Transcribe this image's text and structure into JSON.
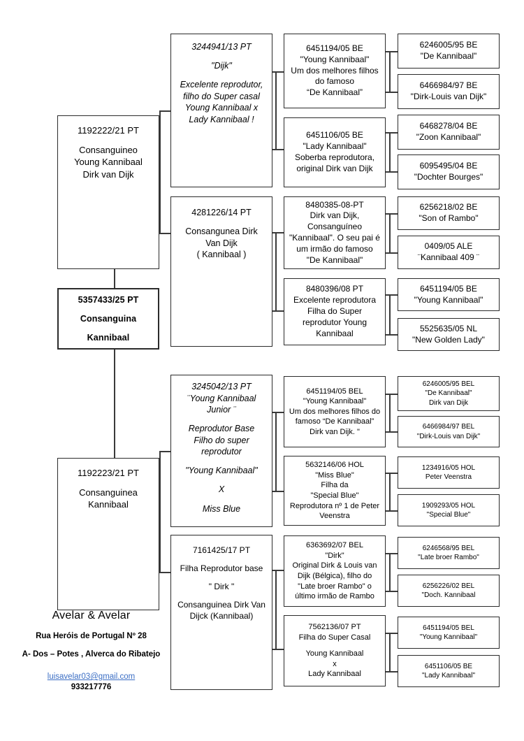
{
  "document": {
    "type": "pigeon-pedigree-chart",
    "title": "Pedigree chart"
  },
  "subject": {
    "ring": "5357433/25 PT",
    "line1": "Consanguina",
    "line2": "Kannibaal"
  },
  "parents": [
    {
      "ring": "1192222/21 PT",
      "line1": "Consanguineo",
      "line2": "Young Kannibaal",
      "line3": "Dirk van Dijk"
    },
    {
      "ring": "1192223/21 PT",
      "line1": "Consanguinea",
      "line2": "Kannibaal"
    }
  ],
  "grandparents": [
    {
      "ring": "3244941/13 PT",
      "name": "\"Dijk\"",
      "desc": "Excelente reprodutor, filho do Super casal Young Kannibaal x Lady Kannibaal !"
    },
    {
      "ring": "4281226/14 PT",
      "line1": "Consangunea Dirk",
      "line2": "Van Dijk",
      "line3": "( Kannibaal )"
    },
    {
      "ring": "3245042/13 PT",
      "name1": "¨Young Kannibaal",
      "name2": "Junior ¨",
      "desc1": "Reprodutor Base",
      "desc2": "Filho do super",
      "desc3": "reprodutor",
      "desc4": "\"Young Kannibaal\"",
      "desc5": "X",
      "desc6": "Miss Blue"
    },
    {
      "ring": "7161425/17 PT",
      "line1": "Filha Reprodutor base",
      "line2": "\" Dirk \"",
      "line3": "Consanguinea Dirk Van",
      "line4": "Dijck (Kannibaal)"
    }
  ],
  "great_grandparents": [
    {
      "ring": "6451194/05 BE",
      "name": "\"Young Kannibaal\"",
      "d1": "Um dos melhores filhos",
      "d2": "do famoso",
      "d3": "“De Kannibaal”"
    },
    {
      "ring": "6451106/05 BE",
      "name": "\"Lady Kannibaal\"",
      "d1": "Soberba reprodutora,",
      "d2": "original Dirk van Dijk"
    },
    {
      "ring": "8480385-08-PT",
      "d1": "Dirk van Dijk,",
      "d2": "Consanguíneo",
      "d3": "\"Kannibaal\". O seu pai é",
      "d4": "um irmão do famoso",
      "d5": "\"De Kannibaal\""
    },
    {
      "ring": "8480396/08 PT",
      "d1": "Excelente reprodutora",
      "d2": "Filha do Super",
      "d3": "reprodutor Young",
      "d4": "Kannibaal"
    },
    {
      "ring": "6451194/05 BEL",
      "name": "\"Young Kannibaal\"",
      "d1": "Um dos melhores filhos do",
      "d2": "famoso “De Kannibaal”",
      "d3": "Dirk van Dijk. \""
    },
    {
      "ring": "5632146/06 HOL",
      "name": "\"Miss Blue\"",
      "d1": "Filha da",
      "d2": "\"Special Blue\"",
      "d3": "Reprodutora nº 1 de Peter",
      "d4": "Veenstra"
    },
    {
      "ring": "6363692/07 BEL",
      "name": "\"Dirk\"",
      "d1": "Original Dirk & Louis van",
      "d2": "Dijk (Bélgica), filho do",
      "d3": "\"Late broer Rambo\" o",
      "d4": "último irmão de Rambo"
    },
    {
      "ring": "7562136/07 PT",
      "name": "Filha do Super Casal",
      "d1": "Young Kannibaal",
      "d2": "x",
      "d3": "Lady Kannibaal"
    }
  ],
  "great_great_grandparents": [
    {
      "ring": "6246005/95 BE",
      "name": "\"De Kannibaal\""
    },
    {
      "ring": "6466984/97 BE",
      "name": "\"Dirk-Louis van Dijk\""
    },
    {
      "ring": "6468278/04 BE",
      "name": "\"Zoon Kannibaal\""
    },
    {
      "ring": "6095495/04 BE",
      "name": "\"Dochter Bourges\""
    },
    {
      "ring": "6256218/02 BE",
      "name": "\"Son of Rambo\""
    },
    {
      "ring": "0409/05 ALE",
      "name": "¨Kannibaal 409 ¨"
    },
    {
      "ring": "6451194/05 BE",
      "name": "\"Young Kannibaal\""
    },
    {
      "ring": "5525635/05 NL",
      "name": "\"New Golden Lady\""
    },
    {
      "ring": "6246005/95 BEL",
      "name": "\"De Kannibaal\"",
      "extra": "Dirk van Dijk"
    },
    {
      "ring": "6466984/97 BEL",
      "name": "\"Dirk-Louis van Dijk\""
    },
    {
      "ring": "1234916/05 HOL",
      "name": "Peter Veenstra"
    },
    {
      "ring": "1909293/05 HOL",
      "name": "\"Special Blue\""
    },
    {
      "ring": "6246568/95 BEL",
      "name": "\"Late broer Rambo\""
    },
    {
      "ring": "6256226/02 BEL",
      "name": "\"Doch. Kannibaal"
    },
    {
      "ring": "6451194/05 BEL",
      "name": "\"Young Kannibaal\""
    },
    {
      "ring": "6451106/05 BE",
      "name": "\"Lady Kannibaal\""
    }
  ],
  "footer": {
    "brand": "Avelar & Avelar",
    "address_line1": "Rua Heróis de Portugal  Nº 28",
    "address_line2": "A- Dos – Potes  , Alverca do Ribatejo",
    "email": "luisavelar03@gmail.com",
    "phone": "933217776"
  },
  "colors": {
    "border": "#2b2b2b",
    "connector": "#3a3a3a",
    "link": "#3b6ec4",
    "background": "#ffffff"
  }
}
